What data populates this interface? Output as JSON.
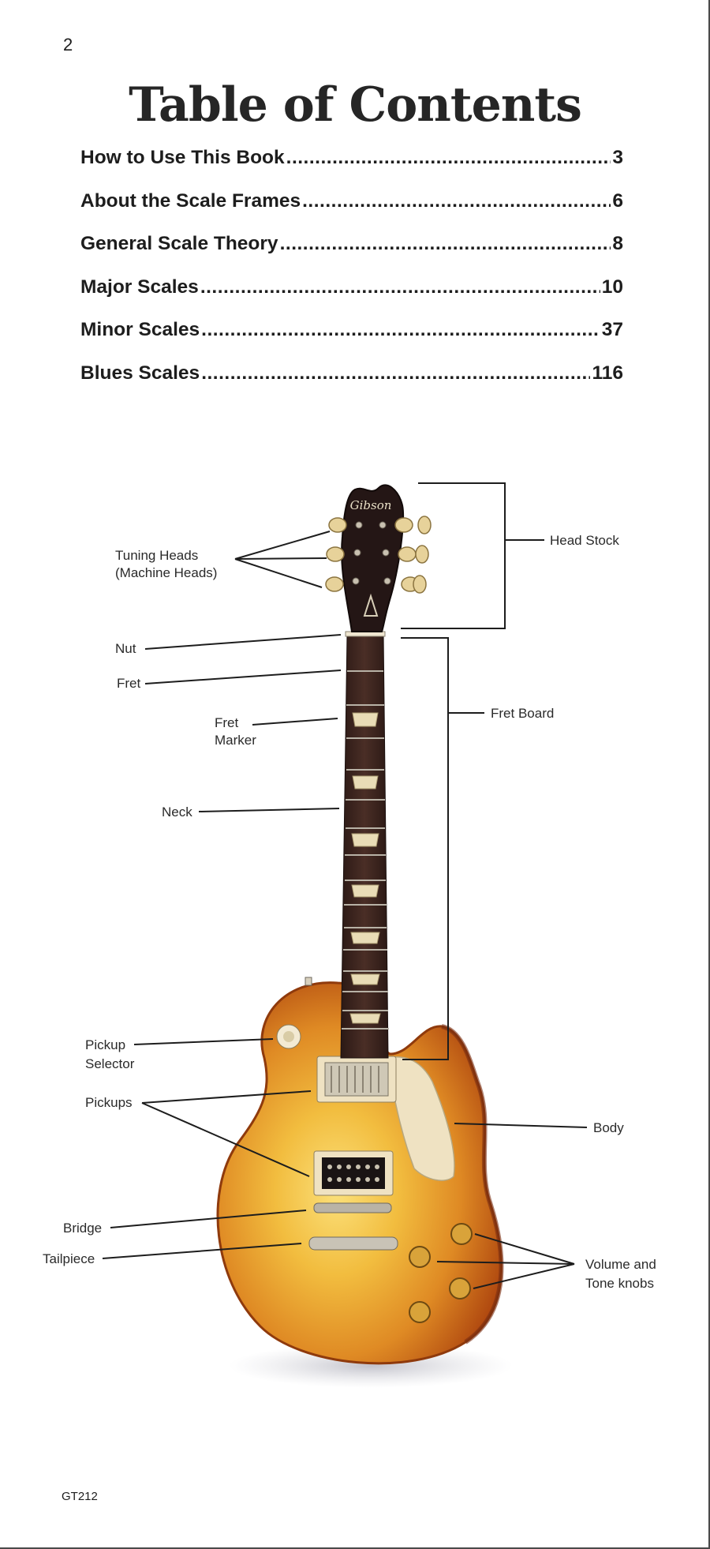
{
  "page_number": "2",
  "title": "Table of Contents",
  "toc": [
    {
      "label": "How to Use This Book",
      "page": "3"
    },
    {
      "label": "About the Scale Frames",
      "page": "6"
    },
    {
      "label": "General Scale Theory",
      "page": "8"
    },
    {
      "label": "Major Scales",
      "page": "10"
    },
    {
      "label": "Minor Scales",
      "page": "37"
    },
    {
      "label": "Blues Scales",
      "page": "116"
    }
  ],
  "guitar": {
    "brand": "Gibson",
    "labels": {
      "tuning_heads_1": "Tuning Heads",
      "tuning_heads_2": "(Machine Heads)",
      "head_stock": "Head Stock",
      "nut": "Nut",
      "fret": "Fret",
      "fret_marker_1": "Fret",
      "fret_marker_2": "Marker",
      "fret_board": "Fret Board",
      "neck": "Neck",
      "pickup_selector_1": "Pickup",
      "pickup_selector_2": "Selector",
      "pickups": "Pickups",
      "body": "Body",
      "bridge": "Bridge",
      "tailpiece": "Tailpiece",
      "knobs_1": "Volume and",
      "knobs_2": "Tone knobs"
    },
    "colors": {
      "sunburst_center": "#f4c64a",
      "sunburst_edge": "#b94f12",
      "headstock": "#241615",
      "fretboard": "#3a2420",
      "pickguard": "#efe2c2"
    }
  },
  "footer_code": "GT212"
}
